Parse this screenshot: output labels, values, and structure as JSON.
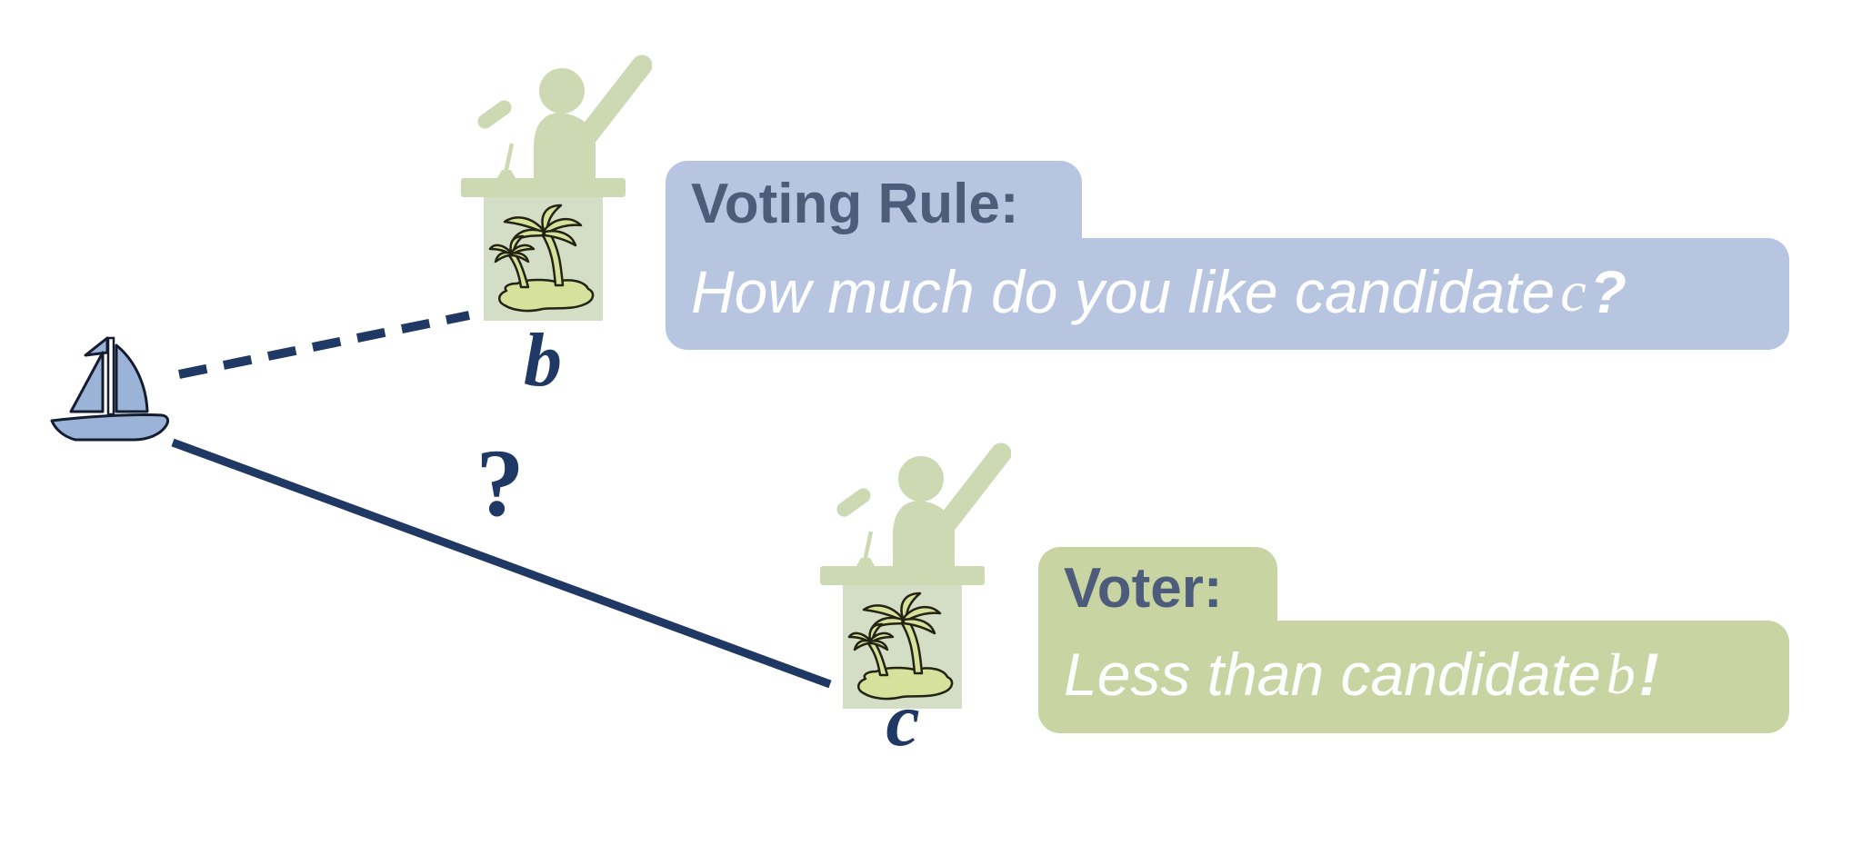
{
  "voting_rule_box": {
    "title": "Voting Rule:",
    "message_prefix": "How much do you like candidate",
    "candidate_letter": "c",
    "message_suffix": "?"
  },
  "voter_box": {
    "title": "Voter:",
    "message_prefix": "Less than candidate",
    "candidate_letter": "b",
    "message_suffix": "!"
  },
  "candidates": {
    "b": {
      "label": "b"
    },
    "c": {
      "label": "c"
    }
  },
  "distance_question_mark": "?",
  "colors": {
    "background": "#ffffff",
    "navy_accent": "#1f3864",
    "heading_text": "#4d5c7b",
    "message_text": "#ffffff",
    "voting_rule_box_fill": "#b7c5e1",
    "voter_box_fill": "#c8d5a2",
    "figure_green": "#ccd9b3",
    "podium_panel_green": "#d4ddc5",
    "palm_fill": "#d6e29b",
    "palm_outline": "#232312",
    "boat_fill": "#9cb3d8",
    "boat_outline": "#141c30"
  }
}
